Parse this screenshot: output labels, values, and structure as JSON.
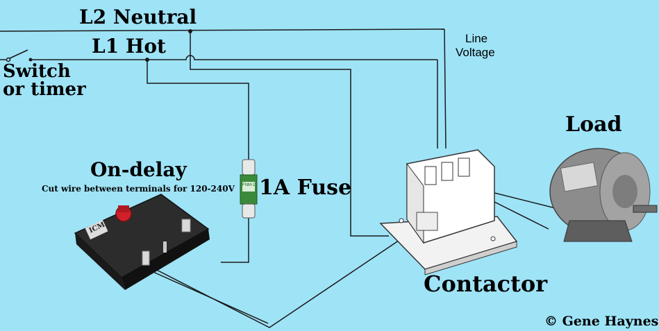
{
  "labels": {
    "l2_neutral": "L2 Neutral",
    "l1_hot": "L1 Hot",
    "switch_line1": "Switch",
    "switch_line2": "or timer",
    "line_voltage_line1": "Line",
    "line_voltage_line2": "Voltage",
    "load": "Load",
    "on_delay": "On-delay",
    "on_delay_note": "Cut wire between terminals for 120-240V",
    "fuse": "1A Fuse",
    "contactor": "Contactor",
    "copyright": "© Gene Haynes"
  },
  "device_markings": {
    "timer_brand": "ICM",
    "fuse_marking": "FNM-1"
  },
  "icons": {
    "timer": "timer-relay-icon",
    "fuse": "cartridge-fuse-icon",
    "contactor": "contactor-icon",
    "motor": "electric-motor-icon",
    "switch": "switch-icon"
  },
  "colors": {
    "background": "#9fe3f7",
    "wire": "#1a1a1a",
    "timer_body": "#2a2a2a",
    "timer_knob": "#d0202a",
    "contactor_body": "#ffffff",
    "motor_body": "#8c8c8c"
  }
}
